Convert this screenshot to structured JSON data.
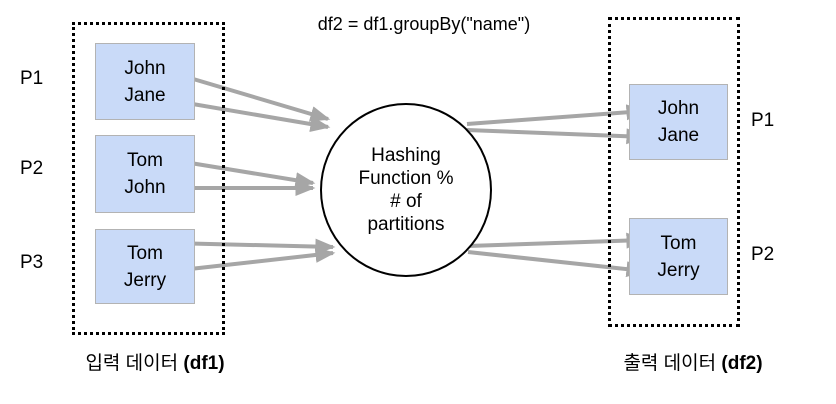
{
  "diagram": {
    "title": "df2 = df1.groupBy(\"name\")",
    "hash_circle": {
      "lines": [
        "Hashing",
        "Function %",
        "# of",
        "partitions"
      ]
    },
    "input": {
      "caption": "입력 데이터 ",
      "caption_ref": "(df1)",
      "partitions": [
        {
          "label": "P1",
          "rows": [
            "John",
            "Jane"
          ]
        },
        {
          "label": "P2",
          "rows": [
            "Tom",
            "John"
          ]
        },
        {
          "label": "P3",
          "rows": [
            "Tom",
            "Jerry"
          ]
        }
      ]
    },
    "output": {
      "caption": "출력 데이터 ",
      "caption_ref": "(df2)",
      "partitions": [
        {
          "label": "P1",
          "rows": [
            "John",
            "Jane"
          ]
        },
        {
          "label": "P2",
          "rows": [
            "Tom",
            "Jerry"
          ]
        }
      ]
    },
    "colors": {
      "partition_fill": "#c9daf8",
      "partition_border": "#b3b3b3",
      "arrow": "#a6a6a6",
      "text": "#000000"
    }
  }
}
